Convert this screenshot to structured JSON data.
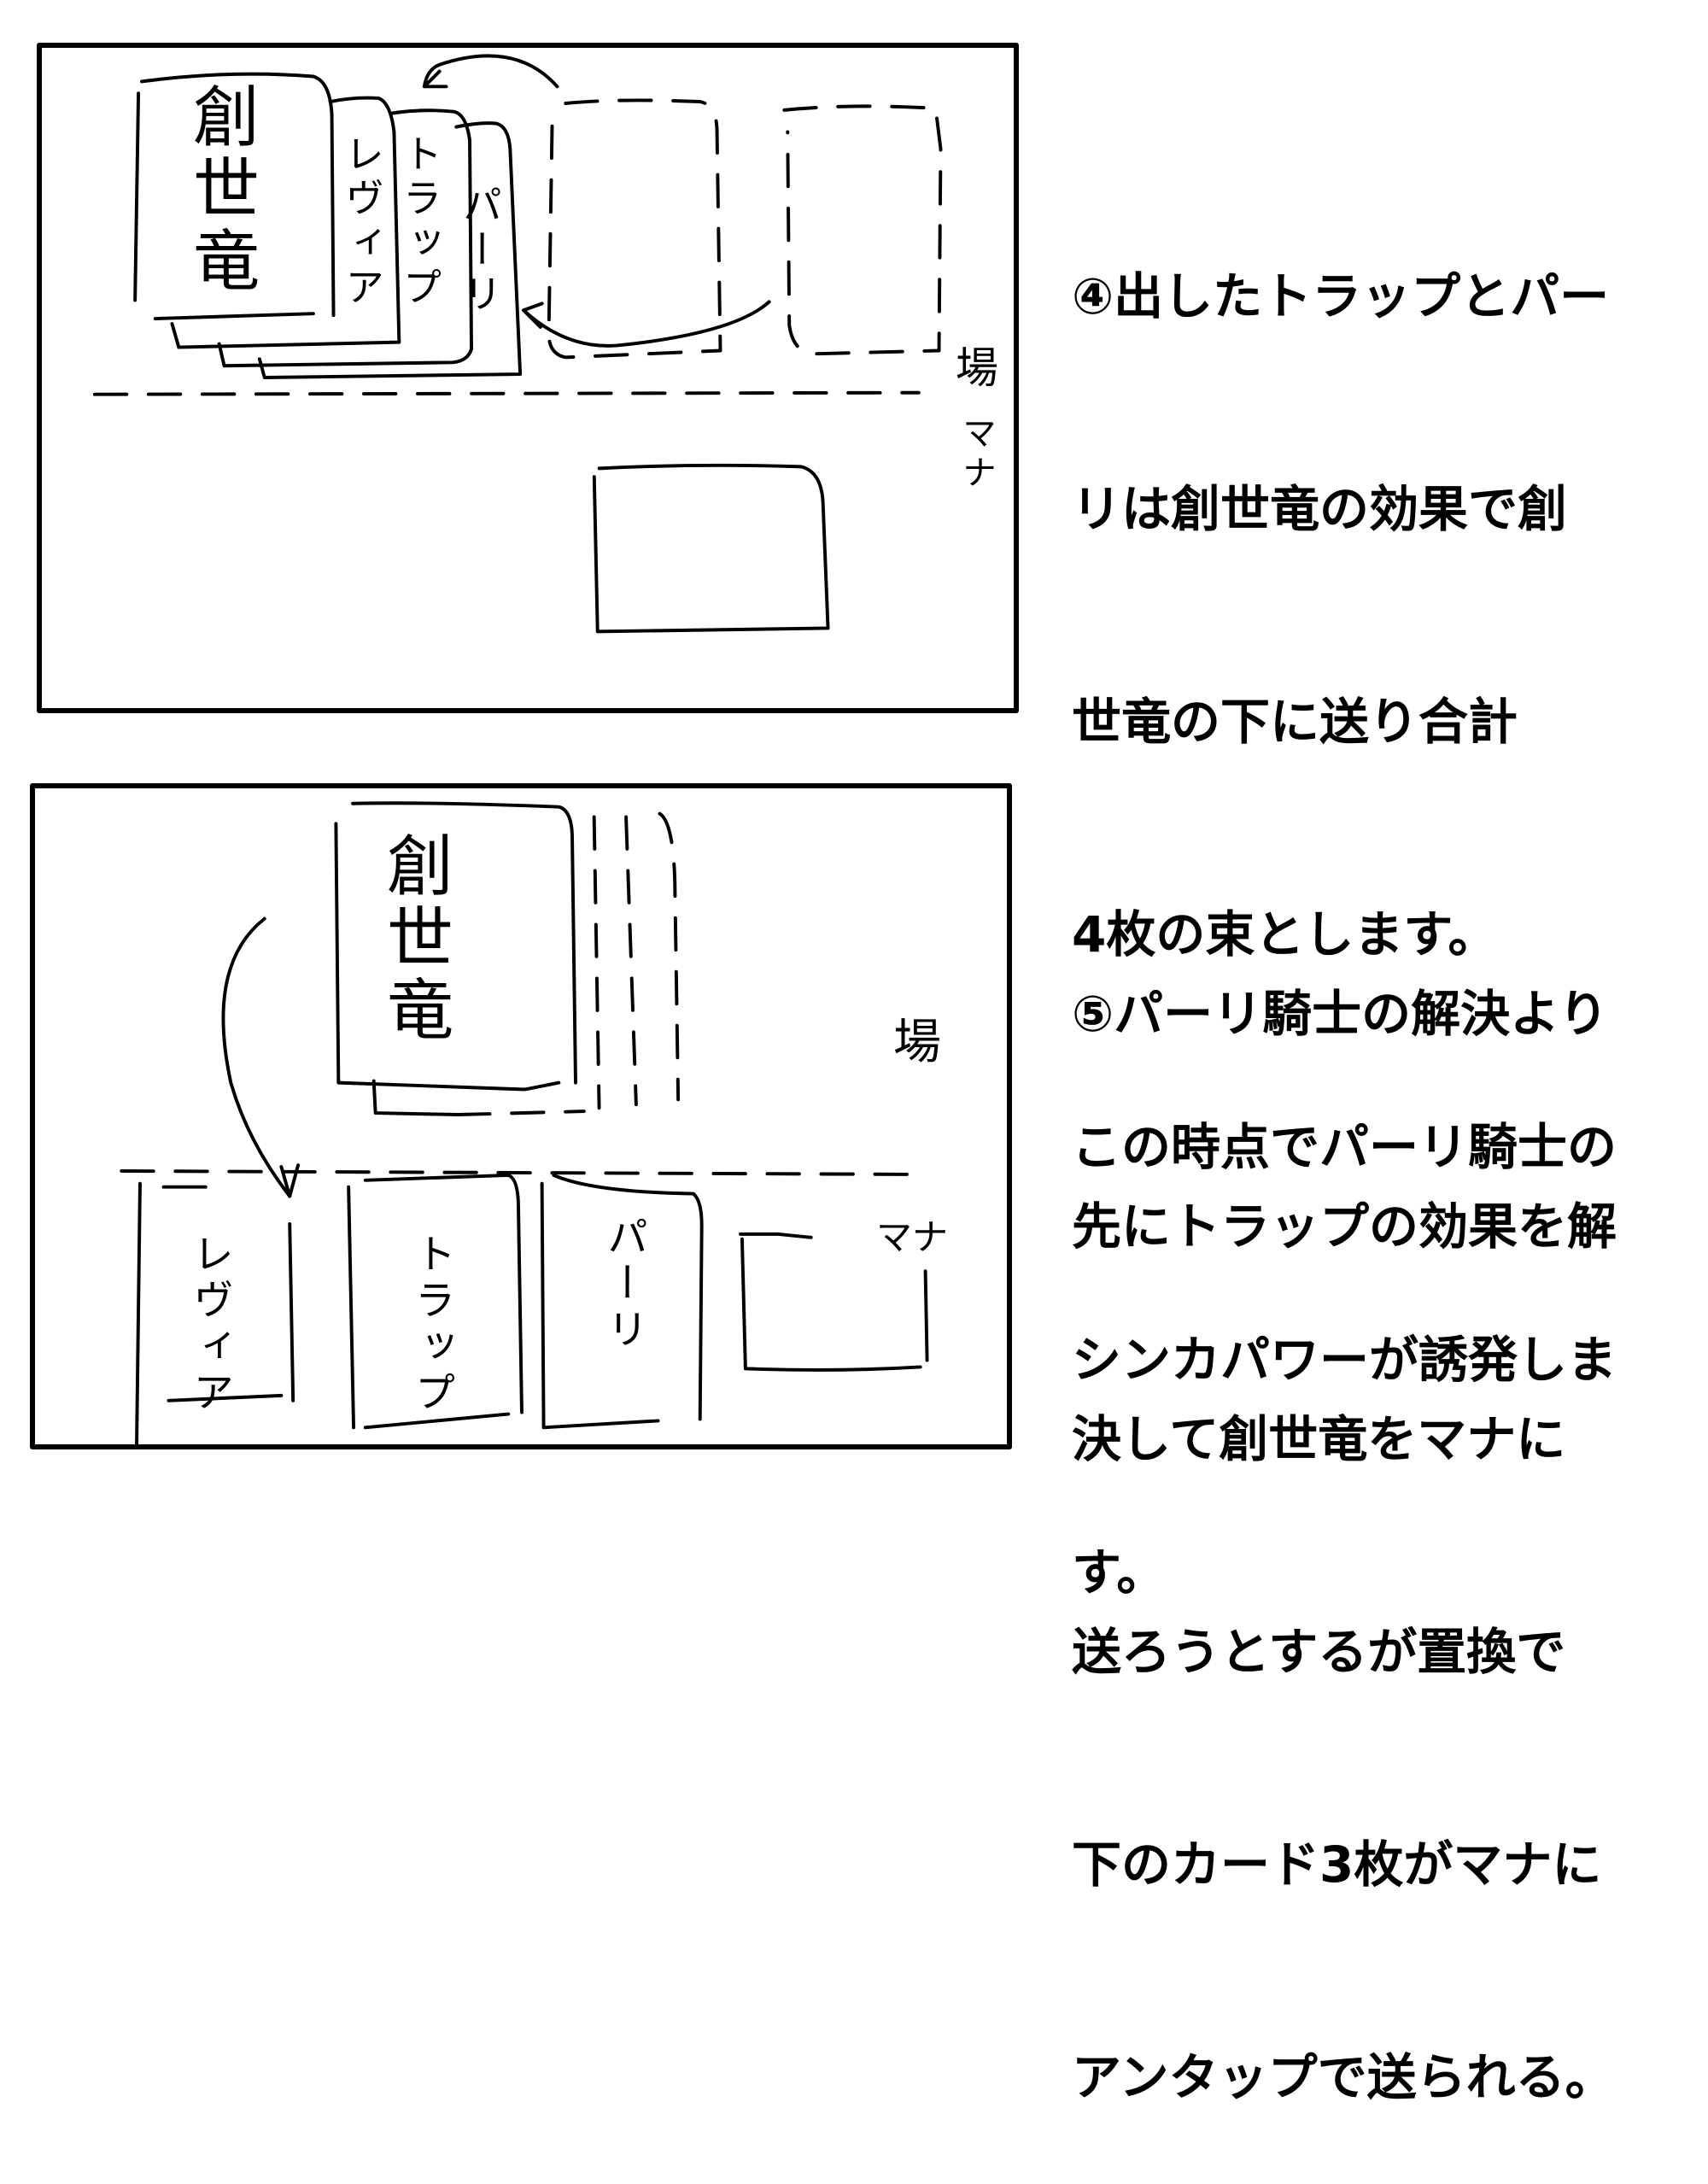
{
  "panels": [
    {
      "step": "④",
      "cards": {
        "stack": [
          "創世竜",
          "レヴィア",
          "トラップ",
          "パーリ"
        ],
        "zone_field": "場",
        "zone_mana": "マナ"
      },
      "caption_lines": [
        "④出したトラップとパー",
        "リは創世竜の効果で創",
        "世竜の下に送り合計",
        "4枚の束とします。",
        "この時点でパーリ騎士の",
        "シンカパワーが誘発しま",
        "す。"
      ]
    },
    {
      "step": "⑤",
      "cards": {
        "top": "創世竜",
        "mana_cards": [
          "レヴィア",
          "トラップ",
          "パーリ"
        ],
        "zone_field": "場",
        "zone_mana": "マナ"
      },
      "caption_lines": [
        "⑤パーリ騎士の解決より",
        "先にトラップの効果を解",
        "決して創世竜をマナに",
        "送ろうとするが置換で",
        "下のカード3枚がマナに",
        "アンタップで送られる。"
      ]
    }
  ]
}
